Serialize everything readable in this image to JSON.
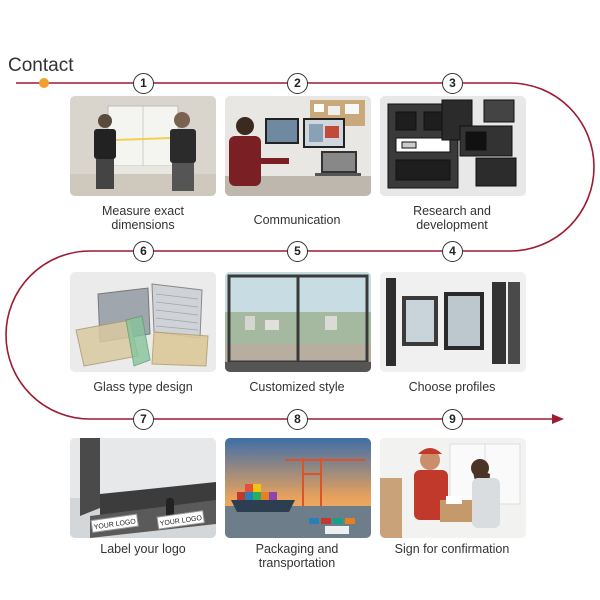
{
  "title": "Contact",
  "colors": {
    "path": "#9e1b32",
    "dot": "#f0a030",
    "numberRing": "#333333"
  },
  "steps": [
    {
      "number": "1",
      "label": "Measure exact dimensions",
      "image": "measuring-window"
    },
    {
      "number": "2",
      "label": "Communication",
      "image": "designer-at-computer"
    },
    {
      "number": "3",
      "label": "Research and development",
      "image": "aluminum-profile-sections"
    },
    {
      "number": "4",
      "label": "Choose profiles",
      "image": "profile-samples"
    },
    {
      "number": "5",
      "label": "Customized style",
      "image": "sliding-glass-door"
    },
    {
      "number": "6",
      "label": "Glass type design",
      "image": "glass-samples"
    },
    {
      "number": "7",
      "label": "Label your logo",
      "image": "logo-on-frame"
    },
    {
      "number": "8",
      "label": "Packaging and transportation",
      "image": "cargo-port"
    },
    {
      "number": "9",
      "label": "Sign for confirmation",
      "image": "delivery-signature"
    }
  ],
  "logo_text": "YOUR LOGO"
}
